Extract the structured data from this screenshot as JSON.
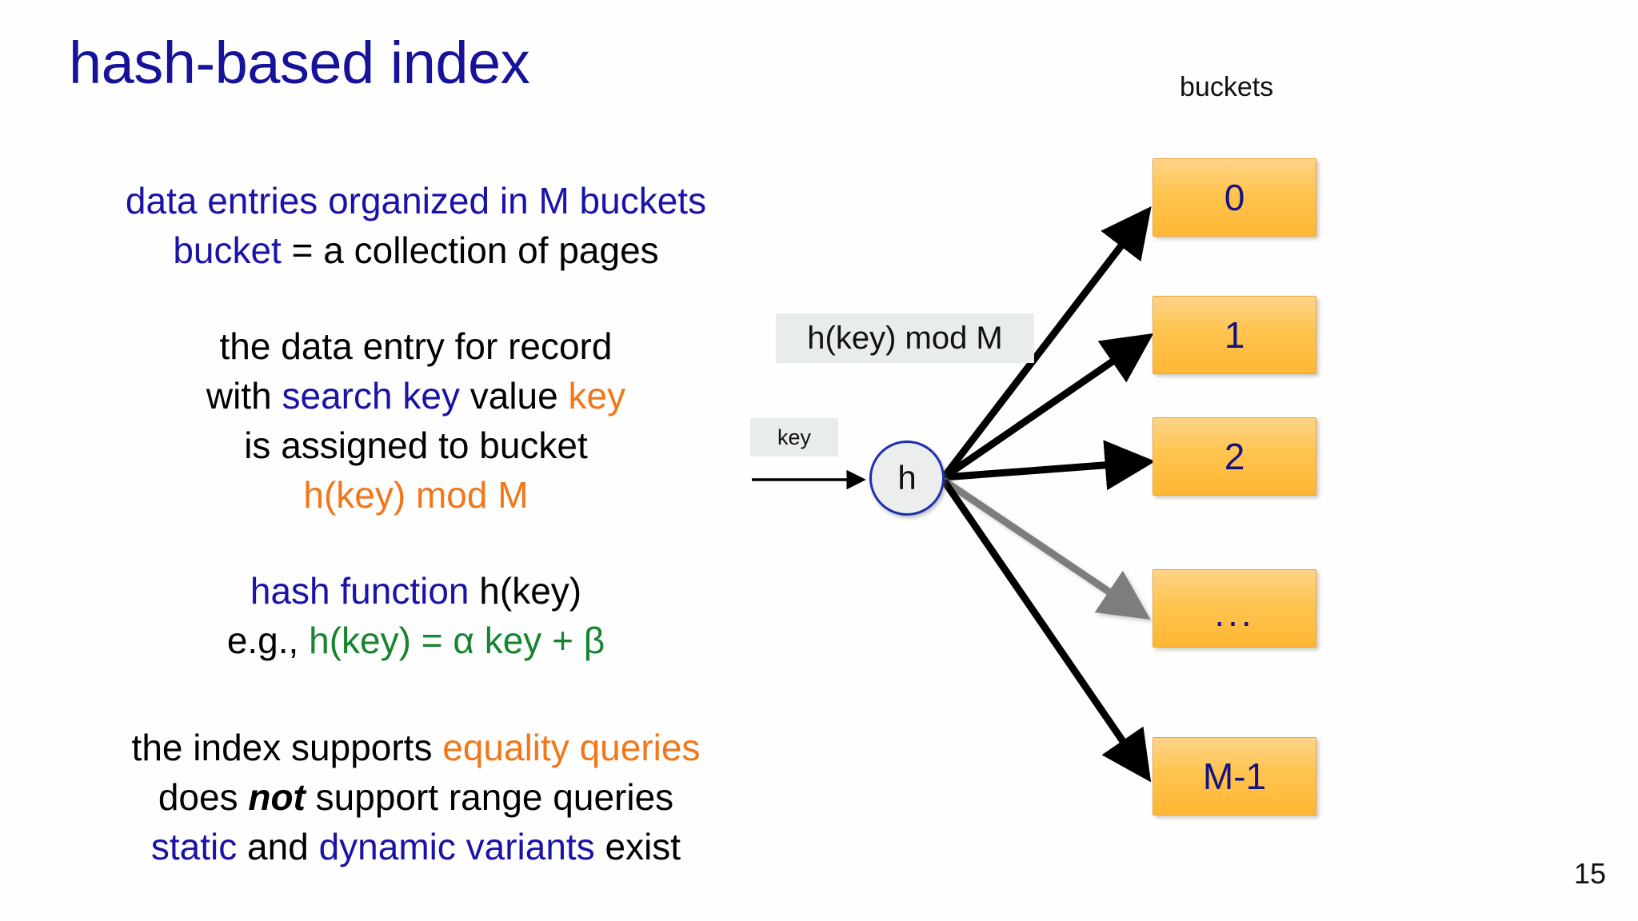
{
  "slide": {
    "title": "hash-based index",
    "page_number": "15"
  },
  "colors": {
    "title_blue": "#161299",
    "text_blue": "#1a13a8",
    "orange": "#F2771A",
    "green": "#17852F",
    "bucket_fill_top": "#ffd488",
    "bucket_fill_bottom": "#ffb734",
    "bucket_border": "#e8a33d",
    "bucket_number": "#16127f",
    "chip_bg": "#e8ecec",
    "node_border": "#1c2fb0",
    "node_fill": "#eceded",
    "arrow_black": "#000000",
    "arrow_gray": "#7d7d7d"
  },
  "body": {
    "paragraph_1": {
      "line_1": {
        "blue": "data entries organized in M buckets"
      },
      "line_2": {
        "blue": "bucket",
        "black": " = a collection of pages"
      }
    },
    "paragraph_2": {
      "line_1": {
        "black": "the data entry for record"
      },
      "line_2": {
        "black_a": "with ",
        "blue": "search key",
        "black_b": " value ",
        "orange": "key"
      },
      "line_3": {
        "black": "is assigned to bucket"
      },
      "line_4": {
        "orange": "h(key) mod M"
      }
    },
    "paragraph_3": {
      "line_1": {
        "blue": "hash function",
        "black": " h(key)"
      },
      "line_2": {
        "black": "e.g., ",
        "green": "h(key) = α key + β"
      }
    },
    "paragraph_4": {
      "line_1": {
        "black": "the index supports ",
        "orange": "equality queries"
      },
      "line_2": {
        "black_a": "does ",
        "bold_italic": "not",
        "black_b": " support range queries"
      },
      "line_3": {
        "blue_a": "static",
        "black_a": " and ",
        "blue_b": "dynamic variants",
        "black_b": " exist"
      }
    }
  },
  "diagram": {
    "buckets_caption": "buckets",
    "hash_node_label": "h",
    "input_chip_label": "key",
    "function_chip_label": "h(key) mod M",
    "buckets": [
      {
        "id": "bucket-0",
        "label": "0",
        "arrow_color": "#000000"
      },
      {
        "id": "bucket-1",
        "label": "1",
        "arrow_color": "#000000"
      },
      {
        "id": "bucket-2",
        "label": "2",
        "arrow_color": "#000000"
      },
      {
        "id": "bucket-dot",
        "label": "...",
        "arrow_color": "#7d7d7d"
      },
      {
        "id": "bucket-m1",
        "label": "M-1",
        "arrow_color": "#000000"
      }
    ]
  }
}
